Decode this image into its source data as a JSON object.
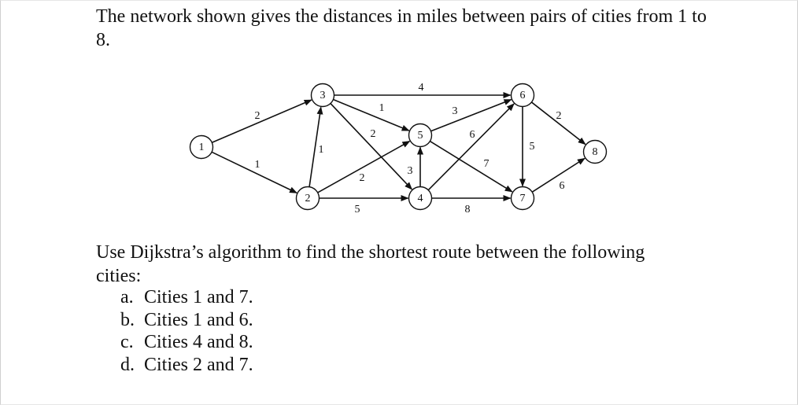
{
  "intro_text": "The network shown gives the distances in miles between pairs of cities from 1 to 8.",
  "network": {
    "nodes": [
      {
        "id": "1",
        "label": "1"
      },
      {
        "id": "2",
        "label": "2"
      },
      {
        "id": "3",
        "label": "3"
      },
      {
        "id": "4",
        "label": "4"
      },
      {
        "id": "5",
        "label": "5"
      },
      {
        "id": "6",
        "label": "6"
      },
      {
        "id": "7",
        "label": "7"
      },
      {
        "id": "8",
        "label": "8"
      }
    ],
    "edges": [
      {
        "from": "1",
        "to": "3",
        "weight": "2"
      },
      {
        "from": "1",
        "to": "2",
        "weight": "1"
      },
      {
        "from": "2",
        "to": "3",
        "weight": "1"
      },
      {
        "from": "3",
        "to": "6",
        "weight": "4"
      },
      {
        "from": "3",
        "to": "5",
        "weight": "1"
      },
      {
        "from": "3",
        "to": "4",
        "weight": "2"
      },
      {
        "from": "2",
        "to": "5",
        "weight": "2"
      },
      {
        "from": "2",
        "to": "4",
        "weight": "5"
      },
      {
        "from": "4",
        "to": "5",
        "weight": "3"
      },
      {
        "from": "5",
        "to": "6",
        "weight": "3"
      },
      {
        "from": "5",
        "to": "7",
        "weight": "7"
      },
      {
        "from": "4",
        "to": "6",
        "weight": "6"
      },
      {
        "from": "4",
        "to": "7",
        "weight": "8"
      },
      {
        "from": "6",
        "to": "7",
        "weight": "5"
      },
      {
        "from": "6",
        "to": "8",
        "weight": "2"
      },
      {
        "from": "7",
        "to": "8",
        "weight": "6"
      }
    ]
  },
  "question_text": "Use Dijkstra’s algorithm to find the shortest route between the following cities:",
  "parts": [
    {
      "letter": "a.",
      "text": "Cities 1 and 7."
    },
    {
      "letter": "b.",
      "text": "Cities 1 and 6."
    },
    {
      "letter": "c.",
      "text": "Cities 4 and 8."
    },
    {
      "letter": "d.",
      "text": "Cities 2 and 7."
    }
  ]
}
